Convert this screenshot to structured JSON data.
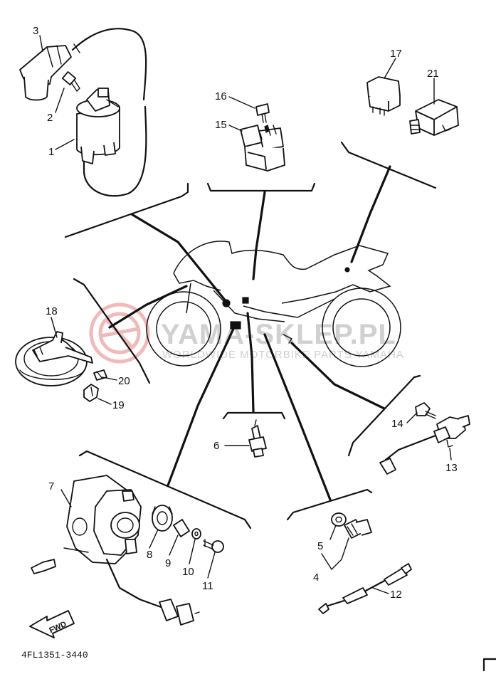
{
  "watermark": {
    "main": "YAMA-SKLEP.PL",
    "sub": "WORLDWIDE MOTORBIKE PARTS YAMAHA",
    "logo_color": "#f2b9b9",
    "text_color": "#d0d0d0"
  },
  "callouts": [
    "1",
    "2",
    "3",
    "4",
    "5",
    "6",
    "7",
    "8",
    "9",
    "10",
    "11",
    "12",
    "13",
    "14",
    "15",
    "16",
    "17",
    "18",
    "19",
    "20",
    "21"
  ],
  "direction_label": "FWD",
  "diagram_code": "4FL1351-3440",
  "colors": {
    "ink": "#111111",
    "paper": "#ffffff"
  }
}
